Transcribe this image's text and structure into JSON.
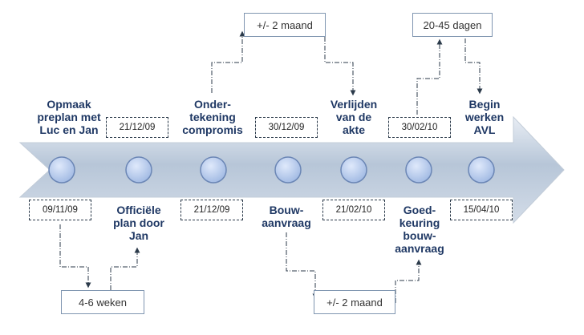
{
  "milestones": [
    {
      "id": "m1",
      "title": [
        "Opmaak",
        "preplan met",
        "Luc en Jan"
      ],
      "date": "09/11/09"
    },
    {
      "id": "m2",
      "title": [
        "Officiële",
        "plan door",
        "Jan"
      ],
      "date": "21/12/09"
    },
    {
      "id": "m3",
      "title": [
        "Onder-",
        "tekening",
        "compromis"
      ],
      "date": "21/12/09"
    },
    {
      "id": "m4",
      "title": [
        "Bouw-",
        "aanvraag"
      ],
      "date": "30/12/09"
    },
    {
      "id": "m5",
      "title": [
        "Verlijden",
        "van de",
        "akte"
      ],
      "date": "21/02/10"
    },
    {
      "id": "m6",
      "title": [
        "Goed-",
        "keuring",
        "bouw-",
        "aanvraag"
      ],
      "date": "30/02/10"
    },
    {
      "id": "m7",
      "title": [
        "Begin",
        "werken",
        "AVL"
      ],
      "date": "15/04/10"
    }
  ],
  "durations": {
    "d1": "4-6 weken",
    "d2": "+/- 2 maand",
    "d3": "+/- 2 maand",
    "d4": "20-45 dagen"
  },
  "colors": {
    "arrow_top": "#dfe6ef",
    "arrow_mid": "#aebed2",
    "arrow_bottom": "#c8d4e2",
    "circle_fill": "#b9cdf0",
    "circle_stroke": "#6b86b5",
    "connector": "#2b3a4a",
    "title_text": "#1f3864"
  }
}
